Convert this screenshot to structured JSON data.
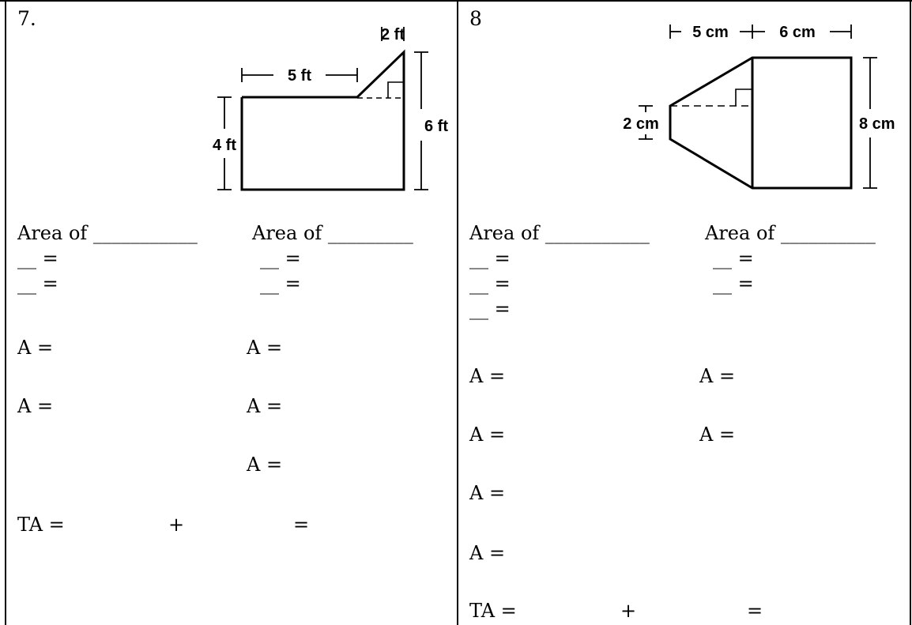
{
  "problem7": {
    "number": "7.",
    "figure": {
      "dim_top": "2 ft",
      "dim_width": "5 ft",
      "dim_height_left": "4 ft",
      "dim_height_right": "6 ft"
    },
    "area_of_left": "Area of ___________",
    "area_of_right": "Area of _________",
    "formula_rows": [
      "__ =",
      "__ =",
      "__ =",
      "__ ="
    ],
    "a_rows": [
      "A =",
      "A =",
      "A =",
      "A =",
      "A ="
    ],
    "total": {
      "label": "TA =",
      "plus": "+",
      "equals": "="
    }
  },
  "problem8": {
    "number": "8",
    "figure": {
      "dim_top_left": "5 cm",
      "dim_top_right": "6 cm",
      "dim_left": "2 cm",
      "dim_right": "8 cm"
    },
    "area_of_left": "Area of ___________",
    "area_of_right": "Area of __________",
    "formula_rows": [
      "__ =",
      "__ =",
      "__ =",
      "__ =",
      "__ ="
    ],
    "a_rows": [
      "A =",
      "A =",
      "A =",
      "A =",
      "A =",
      "A ="
    ],
    "total": {
      "label": "TA =",
      "plus": "+",
      "equals": "="
    }
  }
}
